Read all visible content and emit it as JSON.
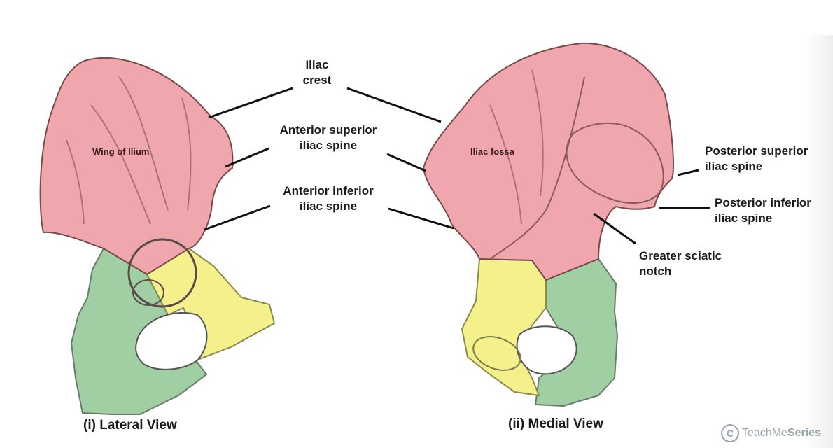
{
  "labels": {
    "iliac_crest": [
      "Iliac",
      "crest"
    ],
    "anterior_superior": [
      "Anterior superior",
      "iliac spine"
    ],
    "anterior_inferior": [
      "Anterior inferior",
      "iliac spine"
    ],
    "posterior_superior": [
      "Posterior superior",
      "iliac spine"
    ],
    "posterior_inferior": [
      "Posterior inferior",
      "iliac spine"
    ],
    "greater_sciatic": [
      "Greater sciatic",
      "notch"
    ]
  },
  "regions": {
    "wing_of_ilium": "Wing of Ilium",
    "iliac_fossa": "Iliac fossa"
  },
  "captions": {
    "lateral": "(i) Lateral View",
    "medial": "(ii) Medial View"
  },
  "watermark": {
    "symbol": "C",
    "brand": "TeachMe",
    "brand_bold": "Series"
  },
  "colors": {
    "ilium": "#f0a6ad",
    "ischium": "#9fcfa3",
    "pubis": "#f4f08c",
    "leader_line": "#111111",
    "outline": "#7a4a4a"
  }
}
